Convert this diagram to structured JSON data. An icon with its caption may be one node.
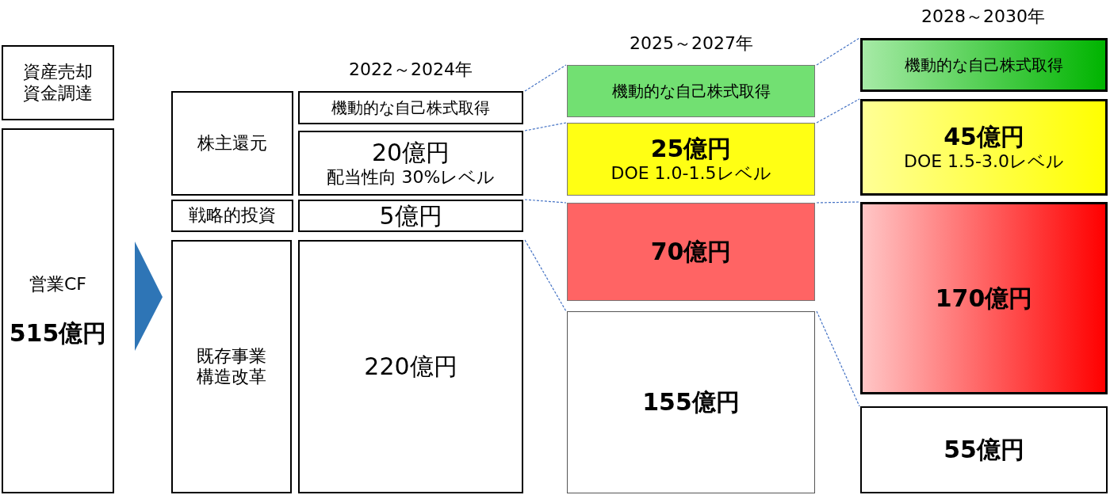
{
  "diagram": {
    "nodes": [
      {
        "text": [
          "資産売却資金調達"
        ]
      },
      {
        "text": [
          "営業CF",
          "515億円"
        ]
      },
      {
        "text": [
          "株主還元"
        ]
      },
      {
        "text": [
          "機動的な自己株式取得"
        ]
      },
      {
        "text": [
          "20億円",
          "配当性向 30%レベル"
        ]
      },
      {
        "text": [
          "戦略的投資"
        ]
      },
      {
        "text": [
          "5億円"
        ]
      },
      {
        "text": [
          "既存事業構造改革"
        ]
      },
      {
        "text": [
          "220億円"
        ]
      },
      {
        "text": [
          "機動的な自己株式取得"
        ]
      },
      {
        "text": [
          "25億円",
          "DOE 1.0-1.5レベル"
        ]
      },
      {
        "text": [
          "70億円"
        ]
      },
      {
        "text": [
          "155億円"
        ]
      },
      {
        "text": [
          "機動的な自己株式取得"
        ]
      },
      {
        "text": [
          "45億円",
          "DOE 1.5-3.0レベル"
        ]
      },
      {
        "text": [
          "170億円"
        ]
      },
      {
        "text": [
          "55億円"
        ]
      }
    ],
    "edges": [
      {
        "from": 3,
        "to": 9,
        "arrow": "none",
        "style": "dashed"
      },
      {
        "from": 4,
        "to": 10,
        "arrow": "none",
        "style": "dashed"
      },
      {
        "from": 6,
        "to": 11,
        "arrow": "none",
        "style": "dashed"
      },
      {
        "from": 8,
        "to": 12,
        "arrow": "none",
        "style": "dashed"
      },
      {
        "from": 9,
        "to": 13,
        "arrow": "none",
        "style": "dashed"
      },
      {
        "from": 10,
        "to": 14,
        "arrow": "none",
        "style": "dashed"
      },
      {
        "from": 11,
        "to": 15,
        "arrow": "none",
        "style": "dashed"
      },
      {
        "from": 12,
        "to": 16,
        "arrow": "none",
        "style": "dashed"
      }
    ],
    "labels": [
      "2028～2030年",
      "2025～2027年",
      "2022～2024年"
    ]
  }
}
